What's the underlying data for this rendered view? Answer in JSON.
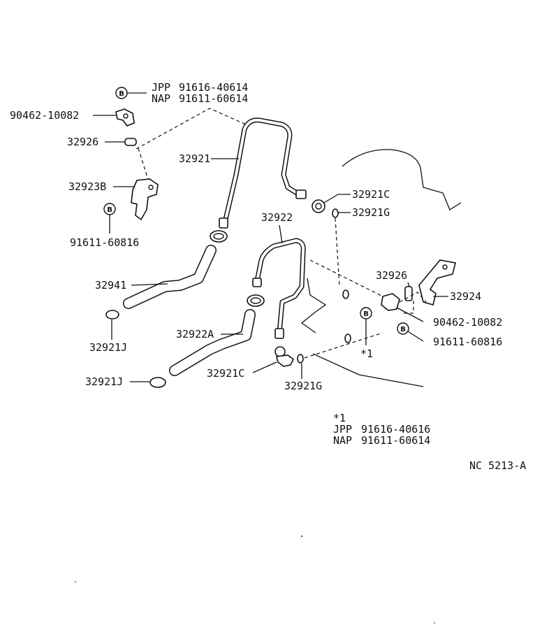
{
  "bolt_symbol": "B",
  "note_star": "*1",
  "top_spec": {
    "jpp_prefix": "JPP",
    "jpp_part": "91616-40614",
    "nap_prefix": "NAP",
    "nap_part": "91611-60614"
  },
  "bottom_spec": {
    "title": "*1",
    "jpp_prefix": "JPP",
    "jpp_part": "91616-40616",
    "nap_prefix": "NAP",
    "nap_part": "91611-60614"
  },
  "labels": {
    "p90462_left": "90462-10082",
    "p32926_left": "32926",
    "p32921": "32921",
    "p32923B": "32923B",
    "p91611_left": "91611-60816",
    "p32921C_top": "32921C",
    "p32921G_top": "32921G",
    "p32922": "32922",
    "p32941": "32941",
    "p32926_right": "32926",
    "p32924": "32924",
    "p90462_right": "90462-10082",
    "p91611_right": "91611-60816",
    "p32921J_upper": "32921J",
    "p32922A": "32922A",
    "p32921J_lower": "32921J",
    "p32921C_bottom": "32921C",
    "p32921G_bottom": "32921G"
  },
  "diagram_code": "NC  5213-A"
}
